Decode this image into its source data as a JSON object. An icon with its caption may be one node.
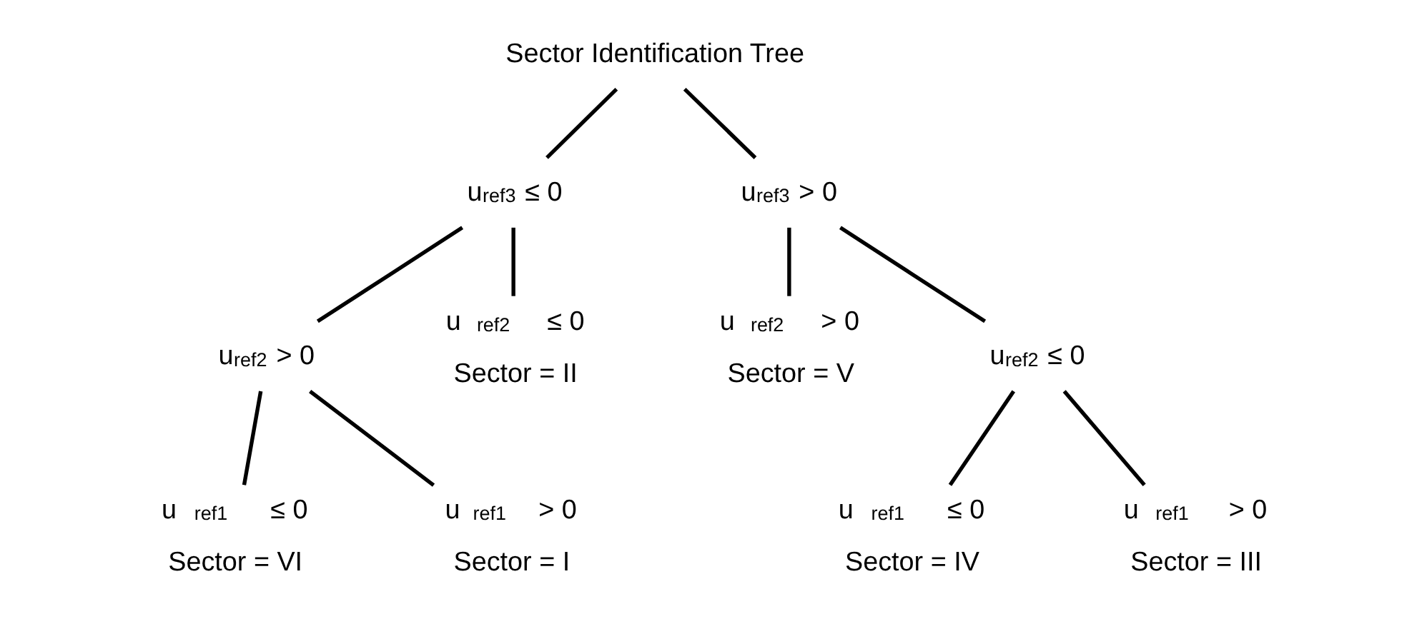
{
  "diagram": {
    "nodes": [
      {
        "text": [
          "Sector Identification Tree"
        ]
      },
      {
        "text": [
          "u$_{ref3}$ ≤ 0"
        ]
      },
      {
        "text": [
          "u$_{ref3}$ > 0"
        ]
      },
      {
        "text": [
          "u$_{ref2}$ > 0"
        ]
      },
      {
        "text": [
          "u$_{ref2}$ ≤ 0"
        ],
        "beside": [
          "Sector = II"
        ]
      },
      {
        "text": [
          "u$_{ref2}$ > 0"
        ],
        "beside": [
          "Sector = V"
        ]
      },
      {
        "text": [
          "u$_{ref2}$ ≤ 0"
        ]
      },
      {
        "text": [
          "u$_{ref1}$ ≤ 0"
        ],
        "beside": [
          "Sector = VI"
        ]
      },
      {
        "text": [
          "u$_{ref1}$ > 0"
        ],
        "beside": [
          "Sector = I"
        ]
      },
      {
        "text": [
          "u$_{ref1}$ ≤ 0"
        ],
        "beside": [
          "Sector = IV"
        ]
      },
      {
        "text": [
          "u$_{ref1}$ > 0"
        ],
        "beside": [
          "Sector = III"
        ]
      }
    ],
    "edges": [
      {
        "from": 0,
        "to": 1,
        "arrow": "none"
      },
      {
        "from": 0,
        "to": 2,
        "arrow": "none"
      },
      {
        "from": 1,
        "to": 3,
        "arrow": "none"
      },
      {
        "from": 1,
        "to": 4,
        "arrow": "none"
      },
      {
        "from": 2,
        "to": 5,
        "arrow": "none"
      },
      {
        "from": 2,
        "to": 6,
        "arrow": "none"
      },
      {
        "from": 3,
        "to": 7,
        "arrow": "none"
      },
      {
        "from": 3,
        "to": 8,
        "arrow": "none"
      },
      {
        "from": 6,
        "to": 9,
        "arrow": "none"
      },
      {
        "from": 6,
        "to": 10,
        "arrow": "none"
      }
    ]
  }
}
